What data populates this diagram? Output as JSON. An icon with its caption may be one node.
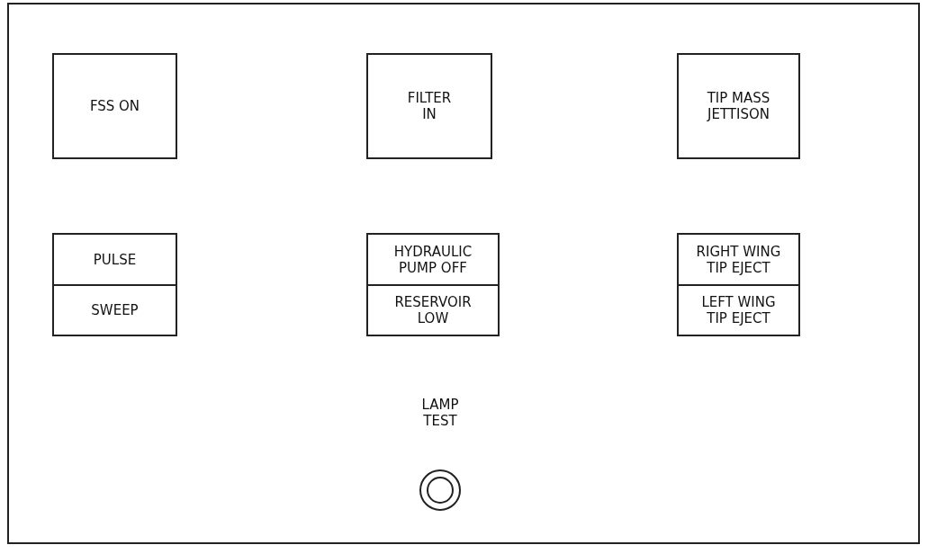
{
  "diagram": {
    "nodes": [
      {
        "text": [],
        "shape": "box"
      },
      {
        "text": [
          "FSS ON"
        ],
        "in": 0
      },
      {
        "text": [
          "FILTER IN"
        ],
        "in": 0
      },
      {
        "text": [
          "TIP MASS JETTISON"
        ],
        "in": 0
      },
      {
        "text": [
          "PULSE"
        ],
        "in": 0
      },
      {
        "text": [
          "SWEEP"
        ],
        "in": 0
      },
      {
        "text": [
          "HYDRAULIC PUMP OFF"
        ],
        "in": 0
      },
      {
        "text": [
          "RESERVOIR LOW"
        ],
        "in": 0
      },
      {
        "text": [
          "RIGHT WING TIP EJECT"
        ],
        "in": 0
      },
      {
        "text": [
          "LEFT WING TIP EJECT"
        ],
        "in": 0
      },
      {
        "text": [],
        "shape": "circle",
        "in": 0,
        "beside": [
          "LAMP TEST"
        ]
      }
    ],
    "edges": []
  }
}
